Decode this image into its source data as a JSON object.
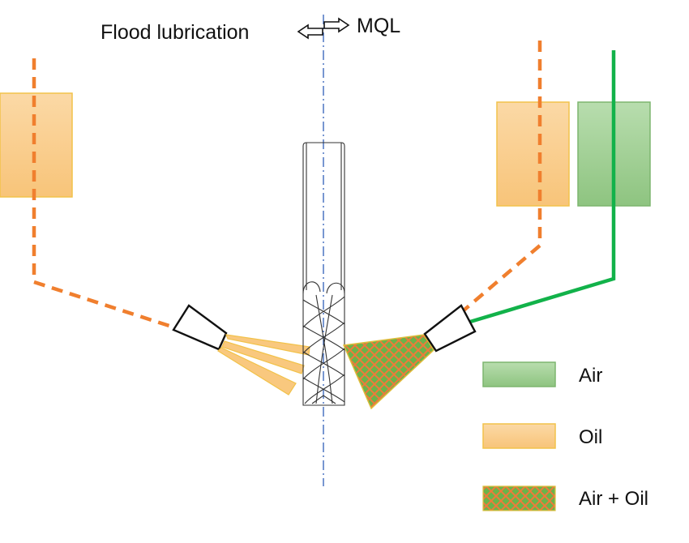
{
  "header": {
    "left_label": "Flood lubrication",
    "right_label": "MQL"
  },
  "legend": {
    "items": [
      {
        "key": "air",
        "label": "Air"
      },
      {
        "key": "oil",
        "label": "Oil"
      },
      {
        "key": "air_oil",
        "label": "Air + Oil"
      }
    ]
  },
  "colors": {
    "oil_fill": "#F9C87E",
    "oil_border": "#F2C24A",
    "air_fill": "#9BCB8E",
    "air_border": "#7DB56F",
    "oil_line": "#F07F2E",
    "air_line": "#12B24A",
    "axis_line": "#2F5FB8",
    "mist_green": "#6BB34A",
    "mist_orange": "#EE7A3A"
  }
}
